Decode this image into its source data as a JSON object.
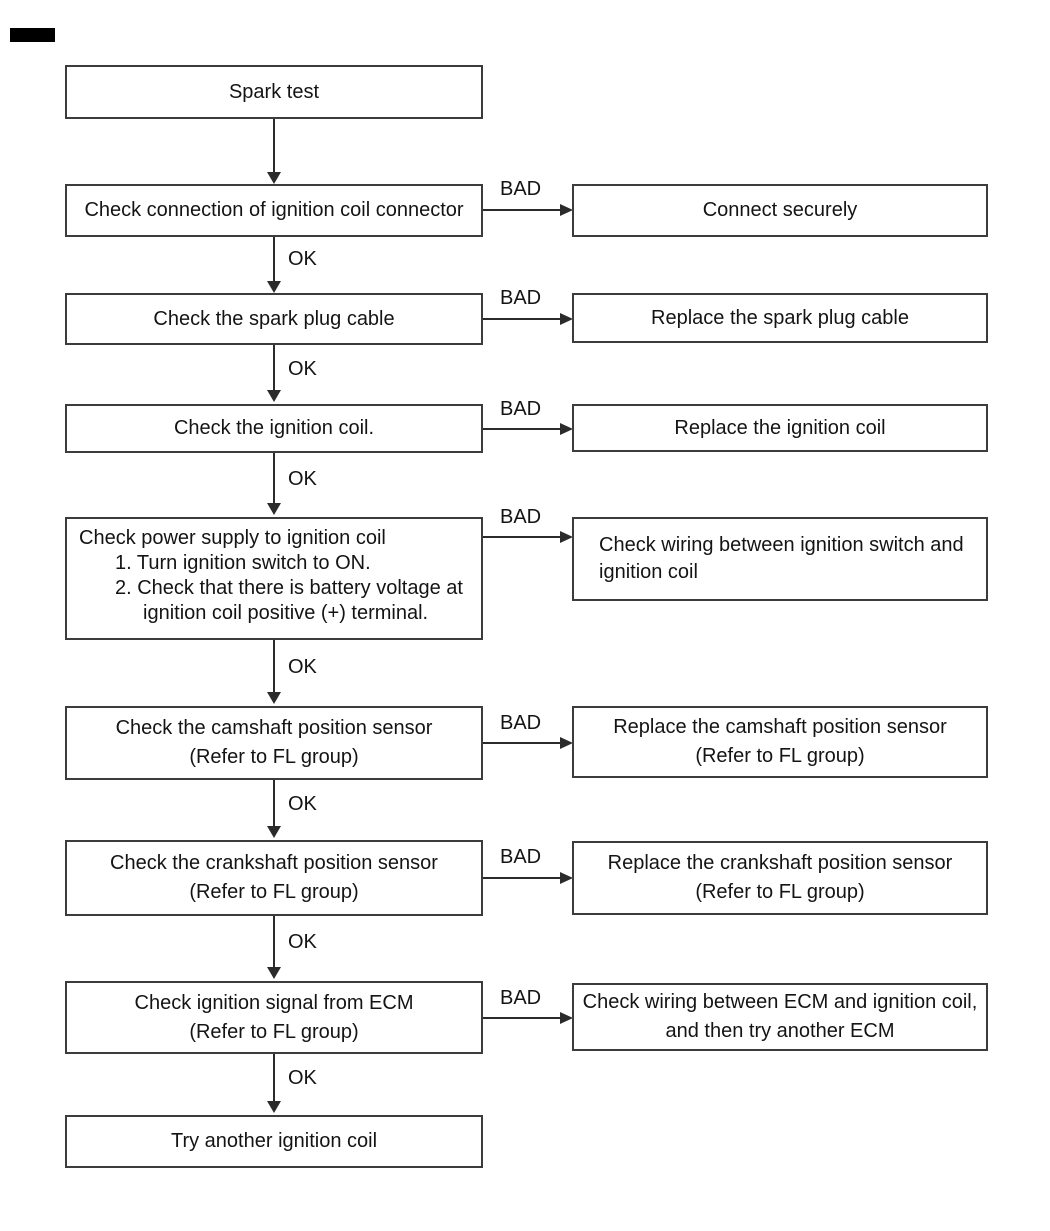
{
  "labels": {
    "ok": "OK",
    "bad": "BAD"
  },
  "colors": {
    "line": "#2b2b2b",
    "text": "#141414",
    "background": "#ffffff",
    "border": "#3c3c3c"
  },
  "flow": {
    "start": {
      "text": "Spark test"
    },
    "steps": [
      {
        "check": [
          "Check connection of ignition coil connector"
        ],
        "bad_action": [
          "Connect securely"
        ]
      },
      {
        "check": [
          "Check the spark plug cable"
        ],
        "bad_action": [
          "Replace the spark plug cable"
        ]
      },
      {
        "check": [
          "Check the ignition coil."
        ],
        "bad_action": [
          "Replace the ignition coil"
        ]
      },
      {
        "check": [
          "Check power supply to ignition coil",
          "1.  Turn ignition switch to ON.",
          "2.  Check that there is battery voltage at",
          "ignition coil positive (+) terminal."
        ],
        "bad_action": [
          "Check wiring between ignition switch and",
          "ignition coil"
        ]
      },
      {
        "check": [
          "Check the camshaft position sensor",
          "(Refer to FL group)"
        ],
        "bad_action": [
          "Replace the camshaft position sensor",
          "(Refer to FL group)"
        ]
      },
      {
        "check": [
          "Check the crankshaft position sensor",
          "(Refer to FL group)"
        ],
        "bad_action": [
          "Replace the crankshaft position sensor",
          "(Refer to FL group)"
        ]
      },
      {
        "check": [
          "Check ignition signal from ECM",
          "(Refer to FL group)"
        ],
        "bad_action": [
          "Check wiring between ECM and ignition coil,",
          "and then try another ECM"
        ]
      }
    ],
    "end": {
      "text": "Try another ignition coil"
    }
  }
}
